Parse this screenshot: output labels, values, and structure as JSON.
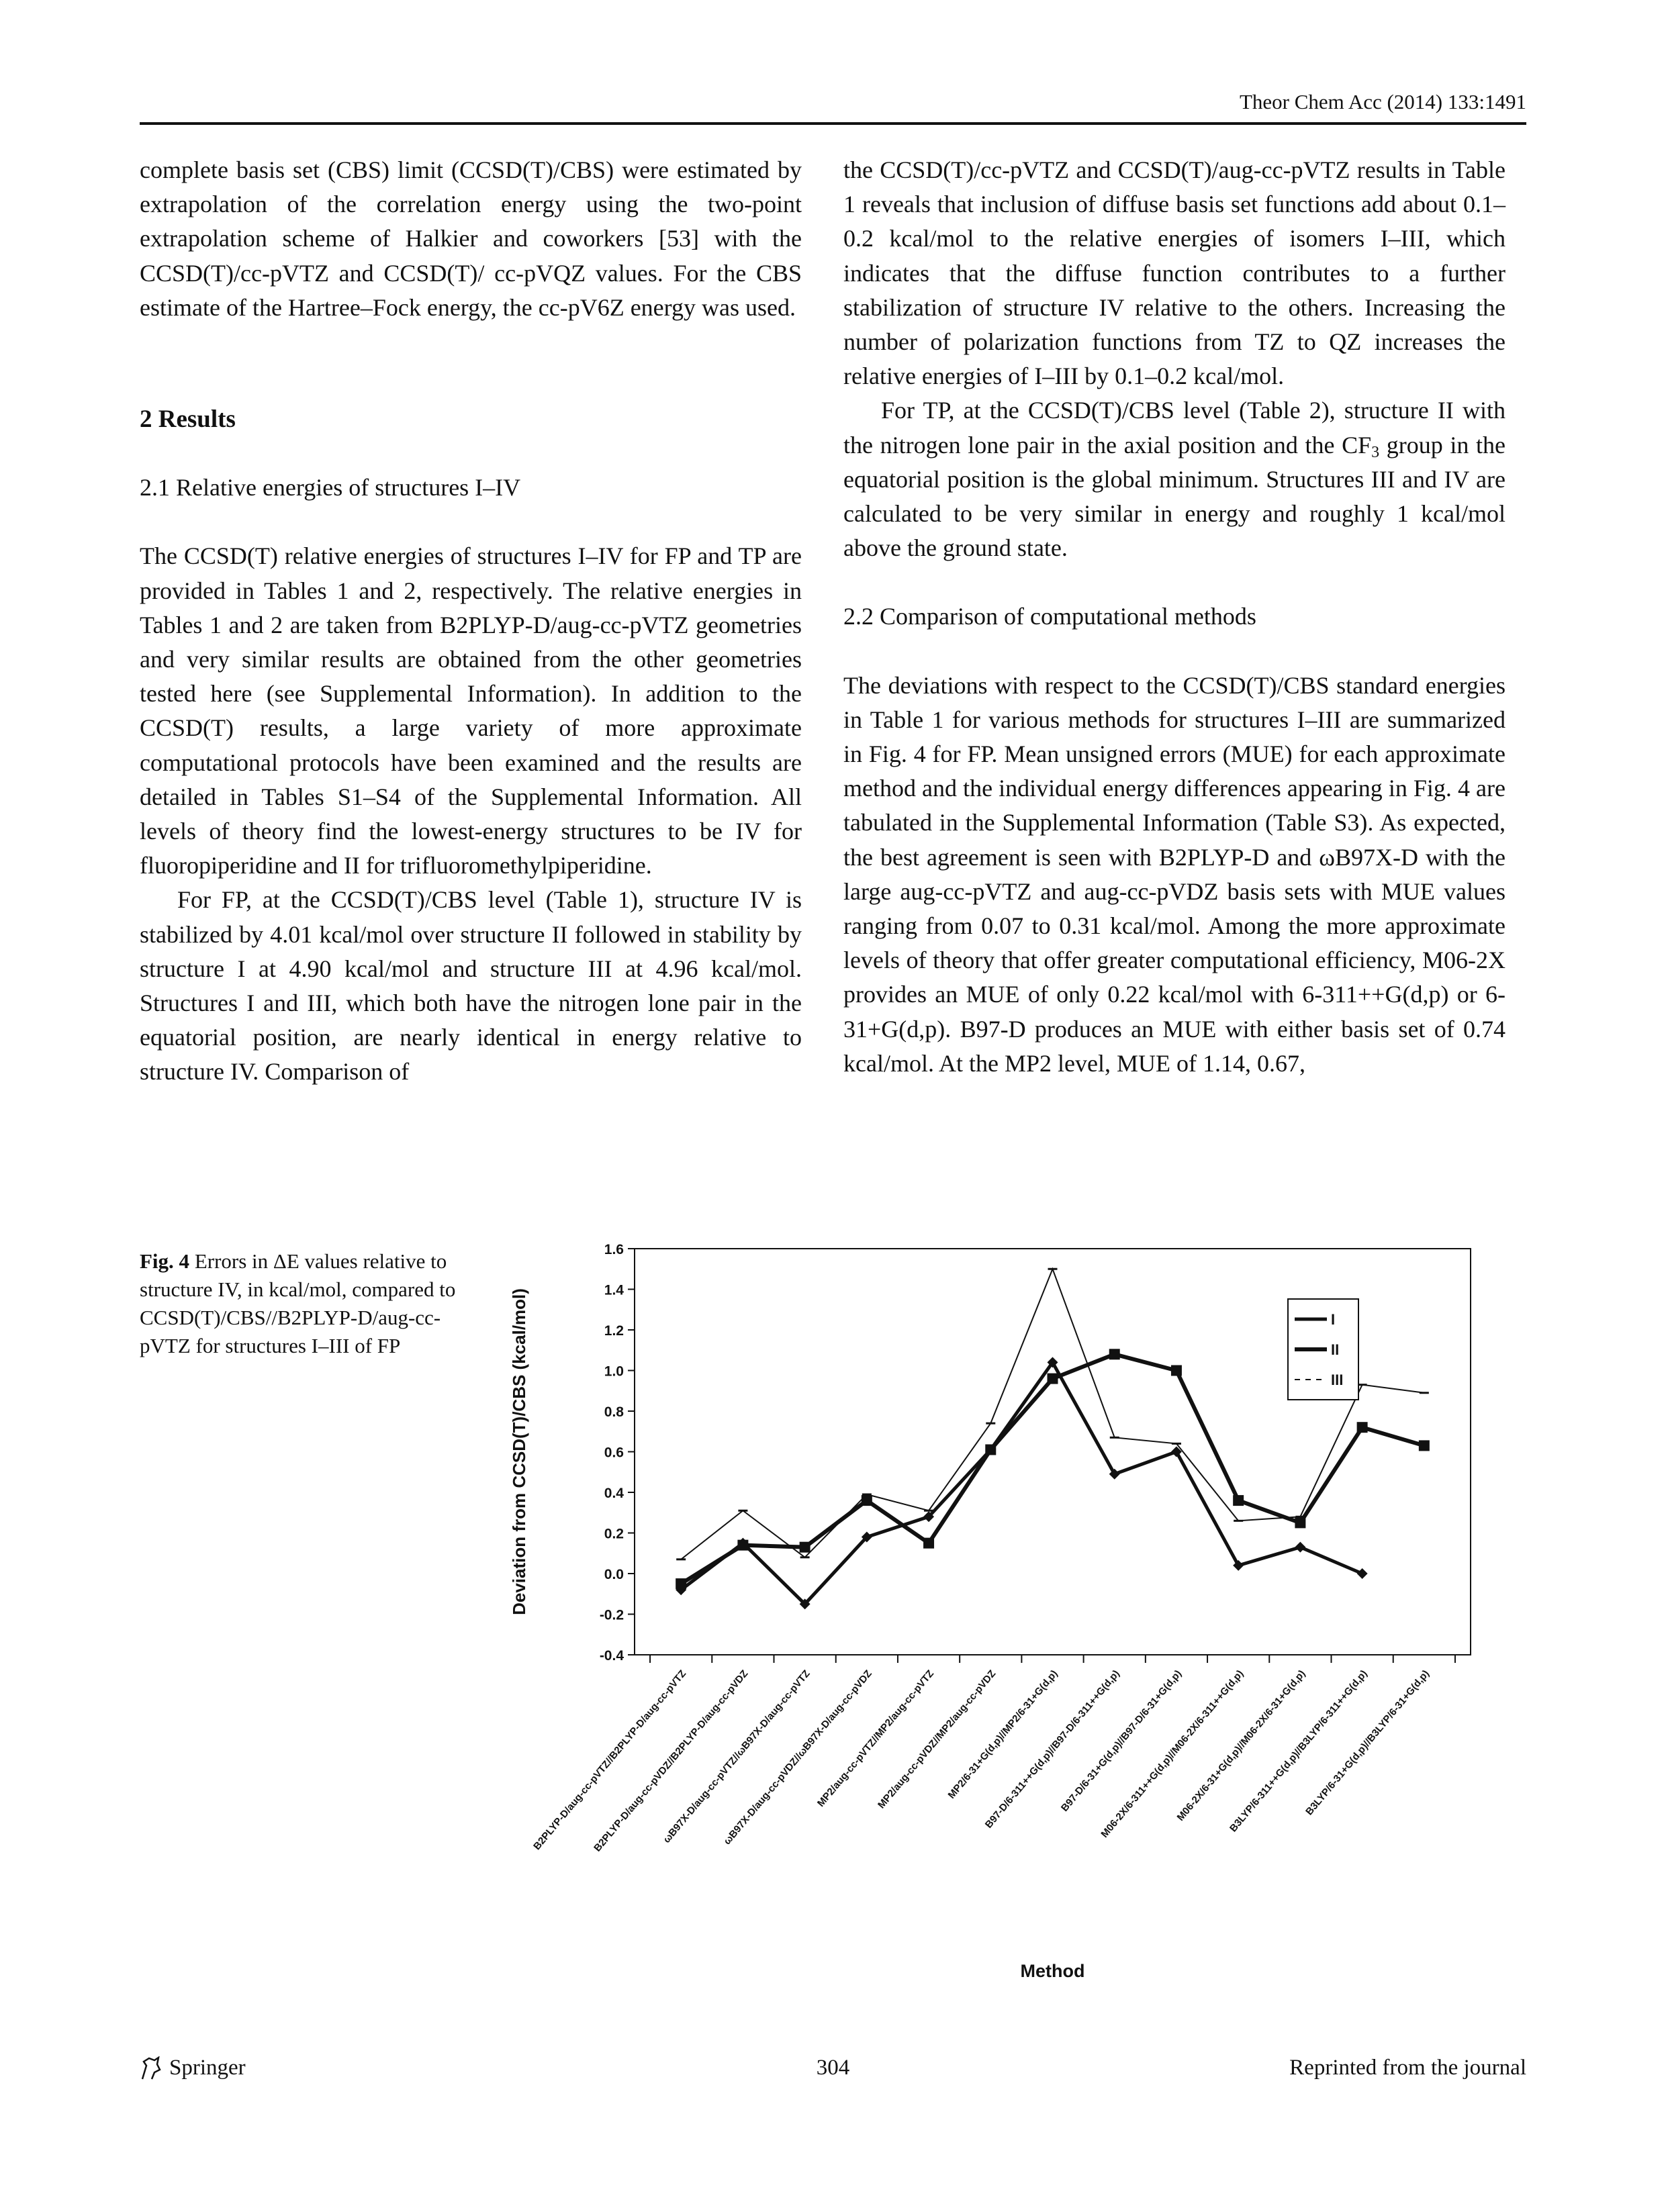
{
  "header": {
    "journal": "Theor Chem Acc (2014) 133:1491"
  },
  "left_column": {
    "p_intro": "complete basis set (CBS) limit (CCSD(T)/CBS) were estimated by extrapolation of the correlation energy using the two-point extrapolation scheme of Halkier and coworkers [53] with the CCSD(T)/cc-pVTZ and CCSD(T)/ cc-pVQZ values. For the CBS estimate of the Hartree–Fock energy, the cc-pV6Z energy was used.",
    "section_title": "2 Results",
    "subsection_title": "2.1 Relative energies of structures I–IV",
    "p1": "The CCSD(T) relative energies of structures I–IV for FP and TP are provided in Tables 1 and 2, respectively. The relative energies in Tables 1 and 2 are taken from B2PLYP-D/aug-cc-pVTZ geometries and very similar results are obtained from the other geometries tested here (see Supplemental Information). In addition to the CCSD(T) results, a large variety of more approximate computational protocols have been examined and the results are detailed in Tables S1–S4 of the Supplemental Information. All levels of theory find the lowest-energy structures to be IV for fluoropiperidine and II for trifluoromethylpiperidine.",
    "p2": "For FP, at the CCSD(T)/CBS level (Table 1), structure IV is stabilized by 4.01 kcal/mol over structure II followed in stability by structure I at 4.90 kcal/mol and structure III at 4.96 kcal/mol. Structures I and III, which both have the nitrogen lone pair in the equatorial position, are nearly identical in energy relative to structure IV. Comparison of"
  },
  "right_column": {
    "p_cont": "the CCSD(T)/cc-pVTZ and CCSD(T)/aug-cc-pVTZ results in Table 1 reveals that inclusion of diffuse basis set functions add about 0.1–0.2 kcal/mol to the relative energies of isomers I–III, which indicates that the diffuse function contributes to a further stabilization of structure IV relative to the others. Increasing the number of polarization functions from TZ to QZ increases the relative energies of I–III by 0.1–0.2 kcal/mol.",
    "p_tp_a": "For TP, at the CCSD(T)/CBS level (Table 2), structure II with the nitrogen lone pair in the axial position and the CF",
    "p_tp_sub": "3",
    "p_tp_b": " group in the equatorial position is the global minimum. Structures III and IV are calculated to be very similar in energy and roughly 1 kcal/mol above the ground state.",
    "subsection_title": "2.2 Comparison of computational methods",
    "p_methods": "The deviations with respect to the CCSD(T)/CBS standard energies in Table 1 for various methods for structures I–III are summarized in Fig. 4 for FP. Mean unsigned errors (MUE) for each approximate method and the individual energy differences appearing in Fig. 4 are tabulated in the Supplemental Information (Table S3). As expected, the best agreement is seen with B2PLYP-D and ωB97X-D with the large aug-cc-pVTZ and aug-cc-pVDZ basis sets with MUE values ranging from 0.07 to 0.31 kcal/mol. Among the more approximate levels of theory that offer greater computational efficiency, M06-2X provides an MUE of only 0.22 kcal/mol with 6-311++G(d,p) or 6-31+G(d,p). B97-D produces an MUE with either basis set of 0.74 kcal/mol. At the MP2 level, MUE of 1.14, 0.67,"
  },
  "figure": {
    "label": "Fig. 4",
    "caption": " Errors in ΔE values relative to structure IV, in kcal/mol, compared to CCSD(T)/CBS//B2PLYP-D/aug-cc-pVTZ for structures I–III of FP"
  },
  "chart_data": {
    "type": "line",
    "xlabel": "Method",
    "ylabel": "Deviation from CCSD(T)/CBS (kcal/mol)",
    "ylim": [
      -0.4,
      1.6
    ],
    "yticks": [
      "1.6",
      "1.4",
      "1.2",
      "1.0",
      "0.8",
      "0.6",
      "0.4",
      "0.2",
      "0.0",
      "-0.2",
      "-0.4"
    ],
    "legend_position": "top-right",
    "categories": [
      "B2PLYP-D/aug-cc-pVTZ//B2PLYP-D/aug-cc-pVTZ",
      "B2PLYP-D/aug-cc-pVDZ//B2PLYP-D/aug-cc-pVDZ",
      "ωB97X-D/aug-cc-pVTZ//ωB97X-D/aug-cc-pVTZ",
      "ωB97X-D/aug-cc-pVDZ//ωB97X-D/aug-cc-pVDZ",
      "MP2/aug-cc-pVTZ//MP2/aug-cc-pVTZ",
      "MP2/aug-cc-pVDZ//MP2/aug-cc-pVDZ",
      "MP2/6-31+G(d,p)//MP2/6-31+G(d,p)",
      "B97-D/6-311++G(d,p)//B97-D/6-311++G(d,p)",
      "B97-D/6-31+G(d,p)//B97-D/6-31+G(d,p)",
      "M06-2X/6-311++G(d,p)//M06-2X/6-311++G(d,p)",
      "M06-2X/6-31+G(d,p)//M06-2X/6-31+G(d,p)",
      "B3LYP/6-311++G(d,p)//B3LYP/6-311++G(d,p)",
      "B3LYP/6-31+G(d,p)//B3LYP/6-31+G(d,p)"
    ],
    "series": [
      {
        "name": "I",
        "color": "#111111",
        "values": [
          -0.08,
          0.15,
          -0.15,
          0.18,
          0.28,
          0.61,
          1.04,
          0.49,
          0.6,
          0.04,
          0.13,
          0.0,
          null
        ]
      },
      {
        "name": "II",
        "color": "#111111",
        "values": [
          -0.05,
          0.14,
          0.13,
          0.36,
          0.15,
          0.61,
          0.96,
          1.08,
          1.0,
          0.36,
          0.25,
          0.72,
          0.63
        ]
      },
      {
        "name": "III",
        "color": "#111111",
        "values": [
          0.07,
          0.31,
          0.08,
          0.39,
          0.31,
          0.74,
          1.5,
          0.67,
          0.64,
          0.26,
          0.28,
          0.93,
          0.89
        ]
      }
    ]
  },
  "footer": {
    "publisher": "Springer",
    "page": "304",
    "note": "Reprinted from the journal"
  }
}
